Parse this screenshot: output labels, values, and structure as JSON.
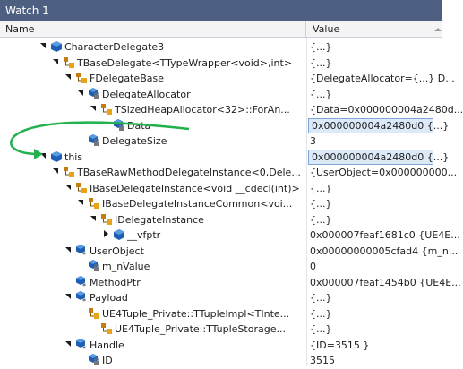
{
  "window": {
    "title": "Watch 1"
  },
  "columns": {
    "name": "Name",
    "value": "Value"
  },
  "colors": {
    "titlebar": "#4d6082",
    "highlight": "#dbe9f8",
    "arrow": "#22b14c"
  },
  "rows": [
    {
      "name": "CharacterDelegate3",
      "value": "{...}",
      "icon": "object-blue-icon",
      "expander": "expanded"
    },
    {
      "name": "TBaseDelegate<TTypeWrapper<void>,int>",
      "value": "{...}",
      "icon": "base-class-icon",
      "expander": "expanded"
    },
    {
      "name": "FDelegateBase",
      "value": "{DelegateAllocator={...} D...",
      "icon": "base-class-icon",
      "expander": "expanded"
    },
    {
      "name": "DelegateAllocator",
      "value": "{...}",
      "icon": "protected-member-icon",
      "expander": "expanded"
    },
    {
      "name": "TSizedHeapAllocator<32>::ForAn...",
      "value": "{Data=0x000000004a2480d...",
      "icon": "base-class-icon",
      "expander": "expanded"
    },
    {
      "name": "Data",
      "value": "0x000000004a2480d0 {...}",
      "icon": "protected-member-icon",
      "expander": "none",
      "highlight": true
    },
    {
      "name": "DelegateSize",
      "value": "3",
      "icon": "protected-member-icon",
      "expander": "none"
    },
    {
      "name": "this",
      "value": "0x000000004a2480d0 {...}",
      "icon": "object-blue-icon",
      "expander": "expanded",
      "highlight": true
    },
    {
      "name": "TBaseRawMethodDelegateInstance<0,Dele...",
      "value": "{UserObject=0x000000000...",
      "icon": "base-class-icon",
      "expander": "expanded"
    },
    {
      "name": "IBaseDelegateInstance<void __cdecl(int)>",
      "value": "{...}",
      "icon": "base-class-icon",
      "expander": "expanded"
    },
    {
      "name": "IBaseDelegateInstanceCommon<voi...",
      "value": "{...}",
      "icon": "base-class-icon",
      "expander": "expanded"
    },
    {
      "name": "IDelegateInstance",
      "value": "{...}",
      "icon": "base-class-icon",
      "expander": "expanded"
    },
    {
      "name": "__vfptr",
      "value": "0x000007feaf1681c0 {UE4E...",
      "icon": "object-blue-icon",
      "expander": "collapsed"
    },
    {
      "name": "UserObject",
      "value": "0x00000000005cfad4 {m_n...",
      "icon": "private-member-icon",
      "expander": "expanded"
    },
    {
      "name": "m_nValue",
      "value": "0",
      "icon": "protected-member-icon",
      "expander": "none"
    },
    {
      "name": "MethodPtr",
      "value": "0x000007feaf1454b0 {UE4E...",
      "icon": "private-member-icon",
      "expander": "none"
    },
    {
      "name": "Payload",
      "value": "{...}",
      "icon": "private-member-icon",
      "expander": "expanded"
    },
    {
      "name": "UE4Tuple_Private::TTupleImpl<TInte...",
      "value": "{...}",
      "icon": "base-class-icon",
      "expander": "none"
    },
    {
      "name": "UE4Tuple_Private::TTupleStorage...",
      "value": "{...}",
      "icon": "base-class-icon",
      "expander": "none"
    },
    {
      "name": "Handle",
      "value": "{ID=3515 }",
      "icon": "private-member-icon",
      "expander": "expanded"
    },
    {
      "name": "ID",
      "value": "3515",
      "icon": "protected-member-icon",
      "expander": "none"
    }
  ]
}
